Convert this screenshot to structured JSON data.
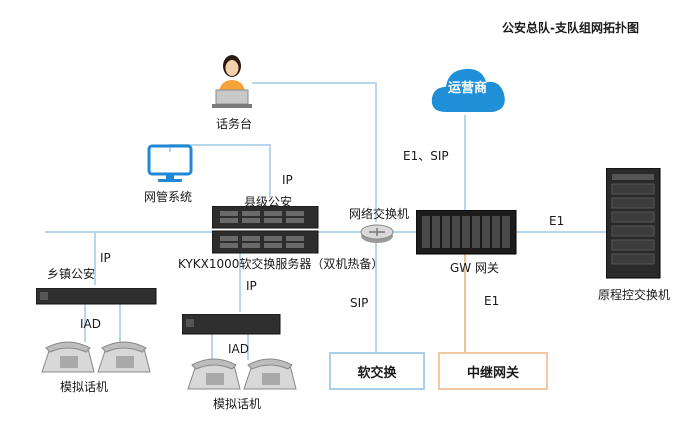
{
  "title": "公安总队-支队组网拓扑图",
  "labels": {
    "carrier": "运营商",
    "operator_console": "话务台",
    "nms": "网管系统",
    "county_police": "县级公安",
    "server": "KYKX1000软交换服务器（双机热备）",
    "town_police": "乡镇公安",
    "network_switch": "网络交换机",
    "gw_gateway": "GW 网关",
    "pbx": "原程控交换机",
    "softswitch": "软交换",
    "trunk_gateway": "中继网关",
    "analog_phone_left": "模拟话机",
    "analog_phone_right": "模拟话机",
    "iad_left": "IAD",
    "iad_right": "IAD"
  },
  "links": {
    "ip_county": "IP",
    "ip_town": "IP",
    "ip_lower": "IP",
    "e1_sip": "E1、SIP",
    "e1_pbx": "E1",
    "e1_trunk": "E1",
    "sip_soft": "SIP"
  },
  "colors": {
    "line_blue": "#b9d7ec",
    "line_orange": "#eec49b",
    "cloud": "#1f8fd8",
    "monitor": "#1e88d4"
  }
}
